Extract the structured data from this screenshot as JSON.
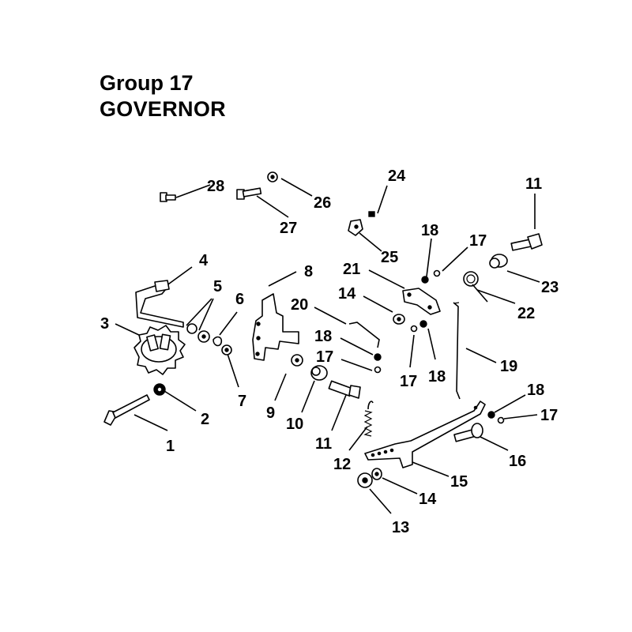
{
  "title": {
    "group": "Group 17",
    "name": "GOVERNOR"
  },
  "callouts": {
    "c1": "1",
    "c2": "2",
    "c3": "3",
    "c4": "4",
    "c5": "5",
    "c6": "6",
    "c7": "7",
    "c8": "8",
    "c9": "9",
    "c10": "10",
    "c11a": "11",
    "c11b": "11",
    "c12": "12",
    "c13": "13",
    "c14a": "14",
    "c14b": "14",
    "c15": "15",
    "c16": "16",
    "c17a": "17",
    "c17b": "17",
    "c17c": "17",
    "c17d": "17",
    "c18a": "18",
    "c18b": "18",
    "c18c": "18",
    "c18d": "18",
    "c19": "19",
    "c20": "20",
    "c21": "21",
    "c22": "22",
    "c23": "23",
    "c24": "24",
    "c25": "25",
    "c26": "26",
    "c27": "27",
    "c28": "28"
  }
}
